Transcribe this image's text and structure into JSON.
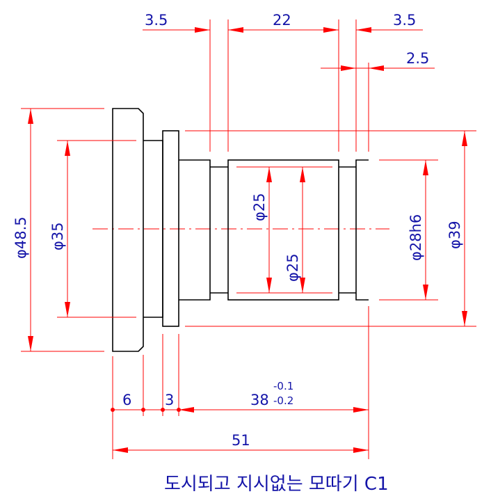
{
  "drawing": {
    "top_dims": {
      "groove_left": "3.5",
      "land_width": "22",
      "groove_right": "3.5",
      "groove_width": "2.5"
    },
    "diameters": {
      "flange": "φ48.5",
      "shoulder": "φ35",
      "groove_a": "φ25",
      "groove_b": "φ25",
      "journal": "φ28h6",
      "outer": "φ39"
    },
    "bottom_dims": {
      "flange_len": "6",
      "collar_len": "3",
      "body_len": "38",
      "tol_upper": "-0.1",
      "tol_lower": "-0.2",
      "overall": "51"
    },
    "note": "도시되고 지시없는 모따기 C1",
    "colors": {
      "part_line": "#000000",
      "dimension_line": "#ff0000",
      "dimension_text": "#1414a8"
    }
  }
}
